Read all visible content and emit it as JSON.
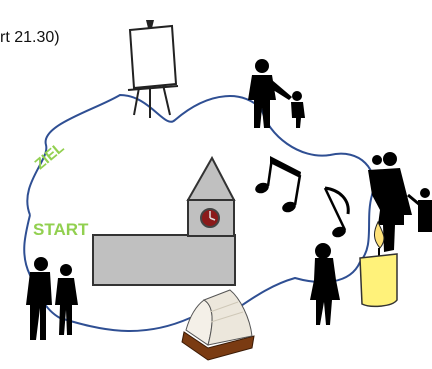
{
  "top_text": "rt 21.30)",
  "labels": {
    "ziel": "ZIEL",
    "start": "START"
  },
  "colors": {
    "path": "#2f4f93",
    "label_green": "#92d050",
    "silhouette": "#000000",
    "church_fill": "#c0c0c0",
    "candle": "#fff27a",
    "clock_face": "#8b1a1a",
    "book_cover": "#7a3b12"
  },
  "icons": [
    "easel-icon",
    "father-child-icon",
    "church-icon",
    "music-notes-icon",
    "family-icon",
    "candle-icon",
    "woman-icon",
    "book-icon",
    "couple-icon"
  ]
}
